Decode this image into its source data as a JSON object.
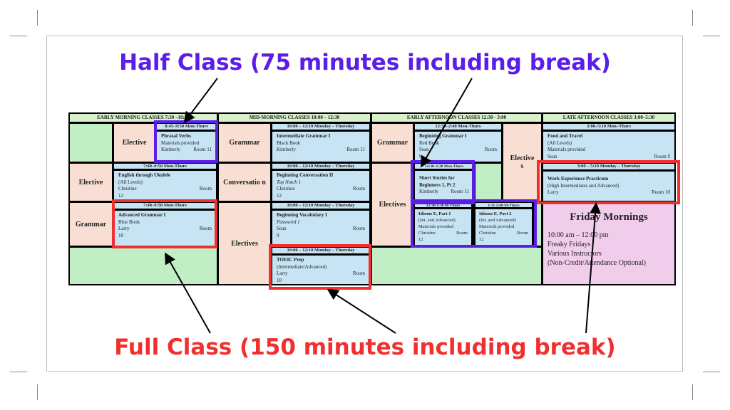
{
  "titles": {
    "half": "Half Class (75 minutes including break)",
    "full": "Full Class (150 minutes including break)"
  },
  "colors": {
    "half": "#5b1ee8",
    "full": "#f0302f"
  },
  "headers": [
    "EARLY MORNING CLASSES  7:30 –10:00",
    "MID-MORNING CLASSES  10:00 – 12:30",
    "EARLY AFTERNOON CLASSES  12:30 - 3:00",
    "LATE AFTERNOON CLASSES 3:00–5:30"
  ],
  "labels": {
    "elective": "Elective",
    "grammar": "Grammar",
    "conversation": "Conversatio n",
    "electives": "Electives",
    "electives_wrapped": "Elective s"
  },
  "classes": {
    "phrasal": {
      "time": "8:45–9:50 Mon-Thurs",
      "name": "Phrasal Verbs",
      "line1": "Materials provided",
      "teacher": "Kimberly",
      "room": "Room 11"
    },
    "ukulele": {
      "time": "7:40–9:50 Mon-Thurs",
      "name": "English through Ukulele",
      "line1": "(All Levels)",
      "teacher": "Christine",
      "room": "Room",
      "room_num": "12"
    },
    "adv_grammar": {
      "time": "7:40–9:50 Mon-Thurs",
      "name": "Advanced Grammar I",
      "line1": "Blue Book",
      "teacher": "Larry",
      "room": "Room",
      "room_num": "10"
    },
    "int_grammar": {
      "time": "10:00 – 12:10 Monday – Thursday",
      "name": "Intermediate Grammar I",
      "line1": "Black Book",
      "teacher": "Kimberly",
      "room": "Room 11"
    },
    "beg_conv": {
      "time": "10:00 – 12:10 Monday – Thursday",
      "name": "Beginning Conversation II",
      "line1": "Top Notch 1",
      "teacher": "Christine",
      "room": "Room",
      "room_num": "12"
    },
    "beg_vocab": {
      "time": "10:00 – 12:10 Monday – Thursday",
      "name": "Beginning Vocabulary I",
      "line1": "Password 1",
      "teacher": "Sean",
      "room": "Room",
      "room_num": "9"
    },
    "toeic": {
      "time": "10:00 – 12:10 Monday – Thursday",
      "name": "TOEIC Prep",
      "line1": "(Intermediate/Advanced)",
      "teacher": "Larry",
      "room": "Room",
      "room_num": "10"
    },
    "beg_grammar": {
      "time": "12:30–2:40 Mon-Thurs",
      "name": "Beginning Grammar I",
      "line1": "Red Book",
      "teacher": "Sean",
      "room": "Room",
      "room_num": "9"
    },
    "short_stories": {
      "time": "12:30–1:30 Mon-Thurs",
      "name": "Short Stories for Beginners 1, Pt 2",
      "teacher": "Kimberly",
      "room": "Room 11"
    },
    "idioms1": {
      "time": "12:30-1:30 M-Thurs",
      "name": "Idioms E, Part 1",
      "line1": "(Int. and Advanced)",
      "line2": "Materials provided",
      "teacher": "Christine",
      "room": "Room",
      "room_num": "12"
    },
    "idioms2": {
      "time": "1:35 2:40 M-Thurs",
      "name": "Idioms E, Part 2",
      "line1": "(Int. and Advanced)",
      "line2": "Materials provided",
      "teacher": "Christine",
      "room": "Room",
      "room_num": "12"
    },
    "food": {
      "time": "3:00–5:10 Mon–Thurs",
      "name": "Food and Travel",
      "line1": "(All Levels)",
      "line2": "Materials provided",
      "teacher": "Sean",
      "room": "Room 9"
    },
    "work": {
      "time": "3:00 – 5:10 Monday – Thursday",
      "name": "Work Experience Practicum",
      "line1": "(High Intermediates and Advanced)",
      "teacher": "Larry",
      "room": "Room 10"
    }
  },
  "friday": {
    "title": "Friday Mornings",
    "time": "10:00 am – 12:00 pm",
    "name": "Freaky Fridays",
    "instructors": "Various Instructors",
    "note": "(Non-Credit/Attendance Optional)"
  }
}
